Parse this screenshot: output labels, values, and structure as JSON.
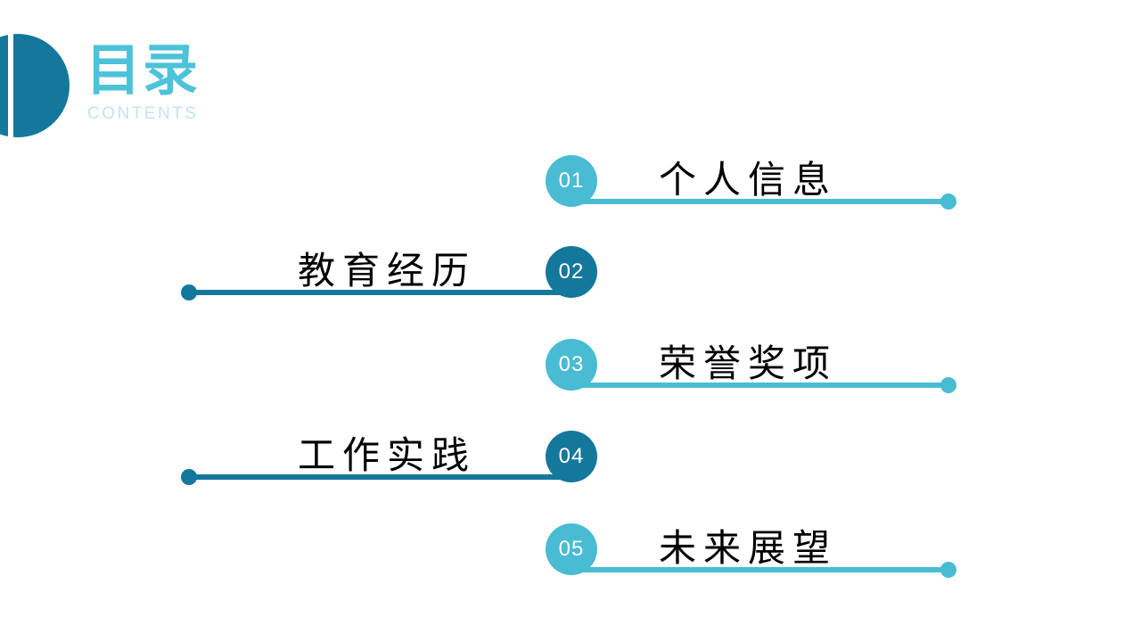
{
  "header": {
    "title": "目录",
    "subtitle": "CONTENTS"
  },
  "colors": {
    "accent_light": "#49bcd3",
    "accent_dark": "#14789c",
    "title": "#4dc2d9",
    "subtitle": "#c2e4ee",
    "label_text": "#000000",
    "background": "#ffffff"
  },
  "toc": {
    "items": [
      {
        "number": "01",
        "title": "个人信息",
        "side": "right",
        "tone": "light"
      },
      {
        "number": "02",
        "title": "教育经历",
        "side": "left",
        "tone": "dark"
      },
      {
        "number": "03",
        "title": "荣誉奖项",
        "side": "right",
        "tone": "light"
      },
      {
        "number": "04",
        "title": "工作实践",
        "side": "left",
        "tone": "dark"
      },
      {
        "number": "05",
        "title": "未来展望",
        "side": "right",
        "tone": "light"
      }
    ]
  }
}
